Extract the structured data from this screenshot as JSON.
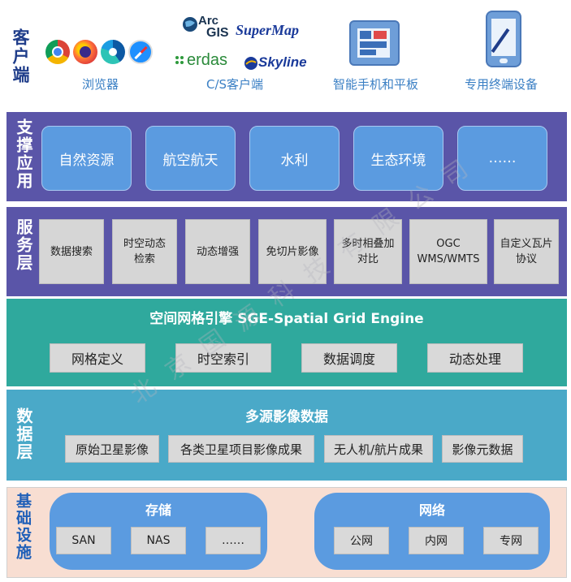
{
  "client": {
    "title": "客户端",
    "captions": {
      "browser": "浏览器",
      "cs": "C/S客户端",
      "mobile": "智能手机和平板",
      "terminal": "专用终端设备"
    },
    "logos": {
      "arcgis": "ArcGIS",
      "arcgis_small": "Arc",
      "arcgis_big": "GIS",
      "supermap": "SuperMap",
      "erdas": "erdas",
      "skyline": "Skyline"
    }
  },
  "app_layer": {
    "title": "支撑应用",
    "items": [
      "自然资源",
      "航空航天",
      "水利",
      "生态环境",
      "……"
    ]
  },
  "service_layer": {
    "title": "服务层",
    "items": [
      "数据搜索",
      "时空动态\n检索",
      "动态增强",
      "免切片影像",
      "多时相叠加\n对比",
      "OGC\nWMS/WMTS",
      "自定义瓦片\n协议"
    ]
  },
  "grid_engine": {
    "title": "空间网格引擎 SGE-Spatial Grid Engine",
    "items": [
      "网格定义",
      "时空索引",
      "数据调度",
      "动态处理"
    ]
  },
  "data_layer": {
    "title": "数据层",
    "subtitle": "多源影像数据",
    "items": [
      "原始卫星影像",
      "各类卫星项目影像成果",
      "无人机/航片成果",
      "影像元数据"
    ]
  },
  "infra_layer": {
    "title": "基础设施",
    "storage": {
      "title": "存储",
      "items": [
        "SAN",
        "NAS",
        "……"
      ]
    },
    "network": {
      "title": "网络",
      "items": [
        "公网",
        "内网",
        "专网"
      ]
    }
  },
  "watermark": "北京国源科技有限公司",
  "colors": {
    "purple_band": "#5a55a8",
    "teal_band": "#2fa99d",
    "cyan_band": "#4aa9c8",
    "infra_bg": "#f8ded2",
    "box_blue": "#5b9be0",
    "box_gray": "#d9d9d9",
    "title_blue": "#1f3d8a",
    "caption_blue": "#3a7fc4"
  }
}
